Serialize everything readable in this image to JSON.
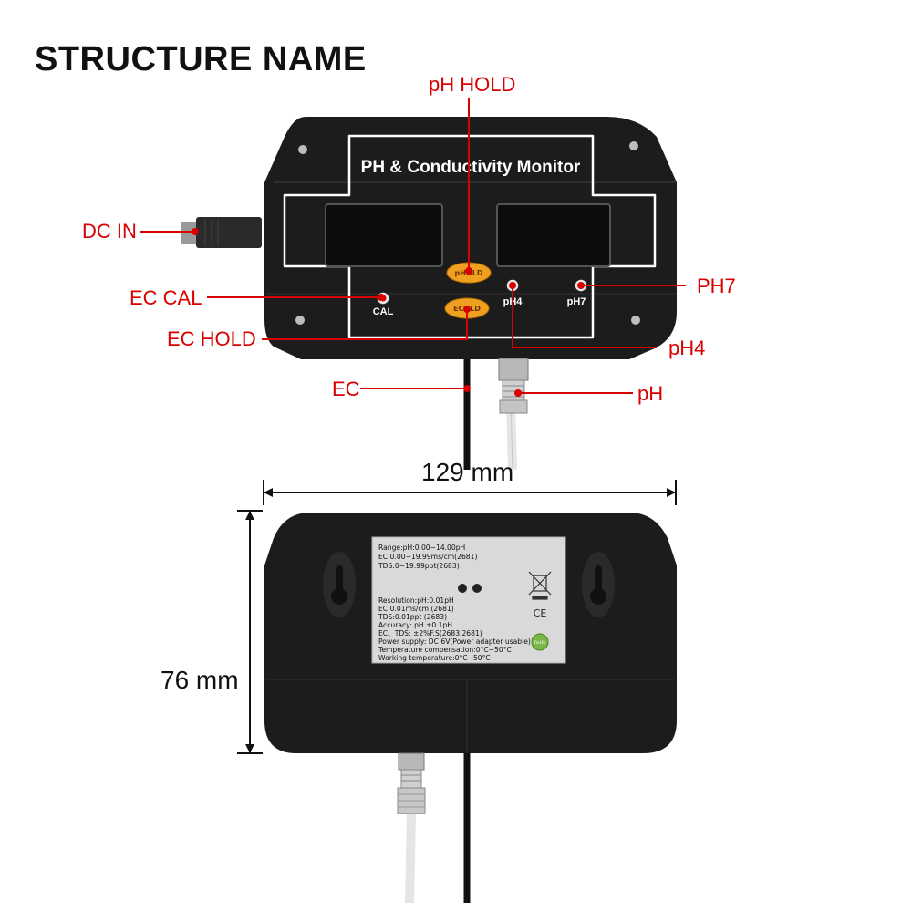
{
  "heading": "STRUCTURE NAME",
  "device": {
    "title": "PH & Conductivity Monitor",
    "ph_hold_button": "pHOLD",
    "ec_hold_button": "ECOLD",
    "cal_label": "CAL",
    "ph4_label": "pH4",
    "ph7_label": "pH7"
  },
  "callouts": {
    "ph_hold": "pH HOLD",
    "dc_in": "DC IN",
    "ec_cal": "EC CAL",
    "ec_hold": "EC HOLD",
    "ec": "EC",
    "ph7": "PH7",
    "ph4": "pH4",
    "ph": "pH"
  },
  "dimensions": {
    "width": "129 mm",
    "height": "76 mm"
  },
  "spec_label": {
    "lines_top": [
      "Range:pH:0.00~14.00pH",
      "EC:0.00~19.99ms/cm(2681)",
      "TDS:0~19.99ppt(2683)"
    ],
    "lines_bottom": [
      "Resolution:pH:0.01pH",
      "EC:0.01ms/cm (2681)",
      "TDS:0.01ppt (2683)",
      "Accuracy: pH ±0.1pH",
      "EC、TDS: ±2%F.S(2683.2681)",
      "Power supply: DC 6V(Power adapter usable)",
      "Temperature compensation:0°C~50°C",
      "Working temperature:0°C~50°C"
    ],
    "ce_mark": "CE",
    "rohs_mark": "RoHS"
  },
  "colors": {
    "callout_red": "#d90000",
    "device_body": "#1c1c1c",
    "hold_button": "#f0a020"
  }
}
